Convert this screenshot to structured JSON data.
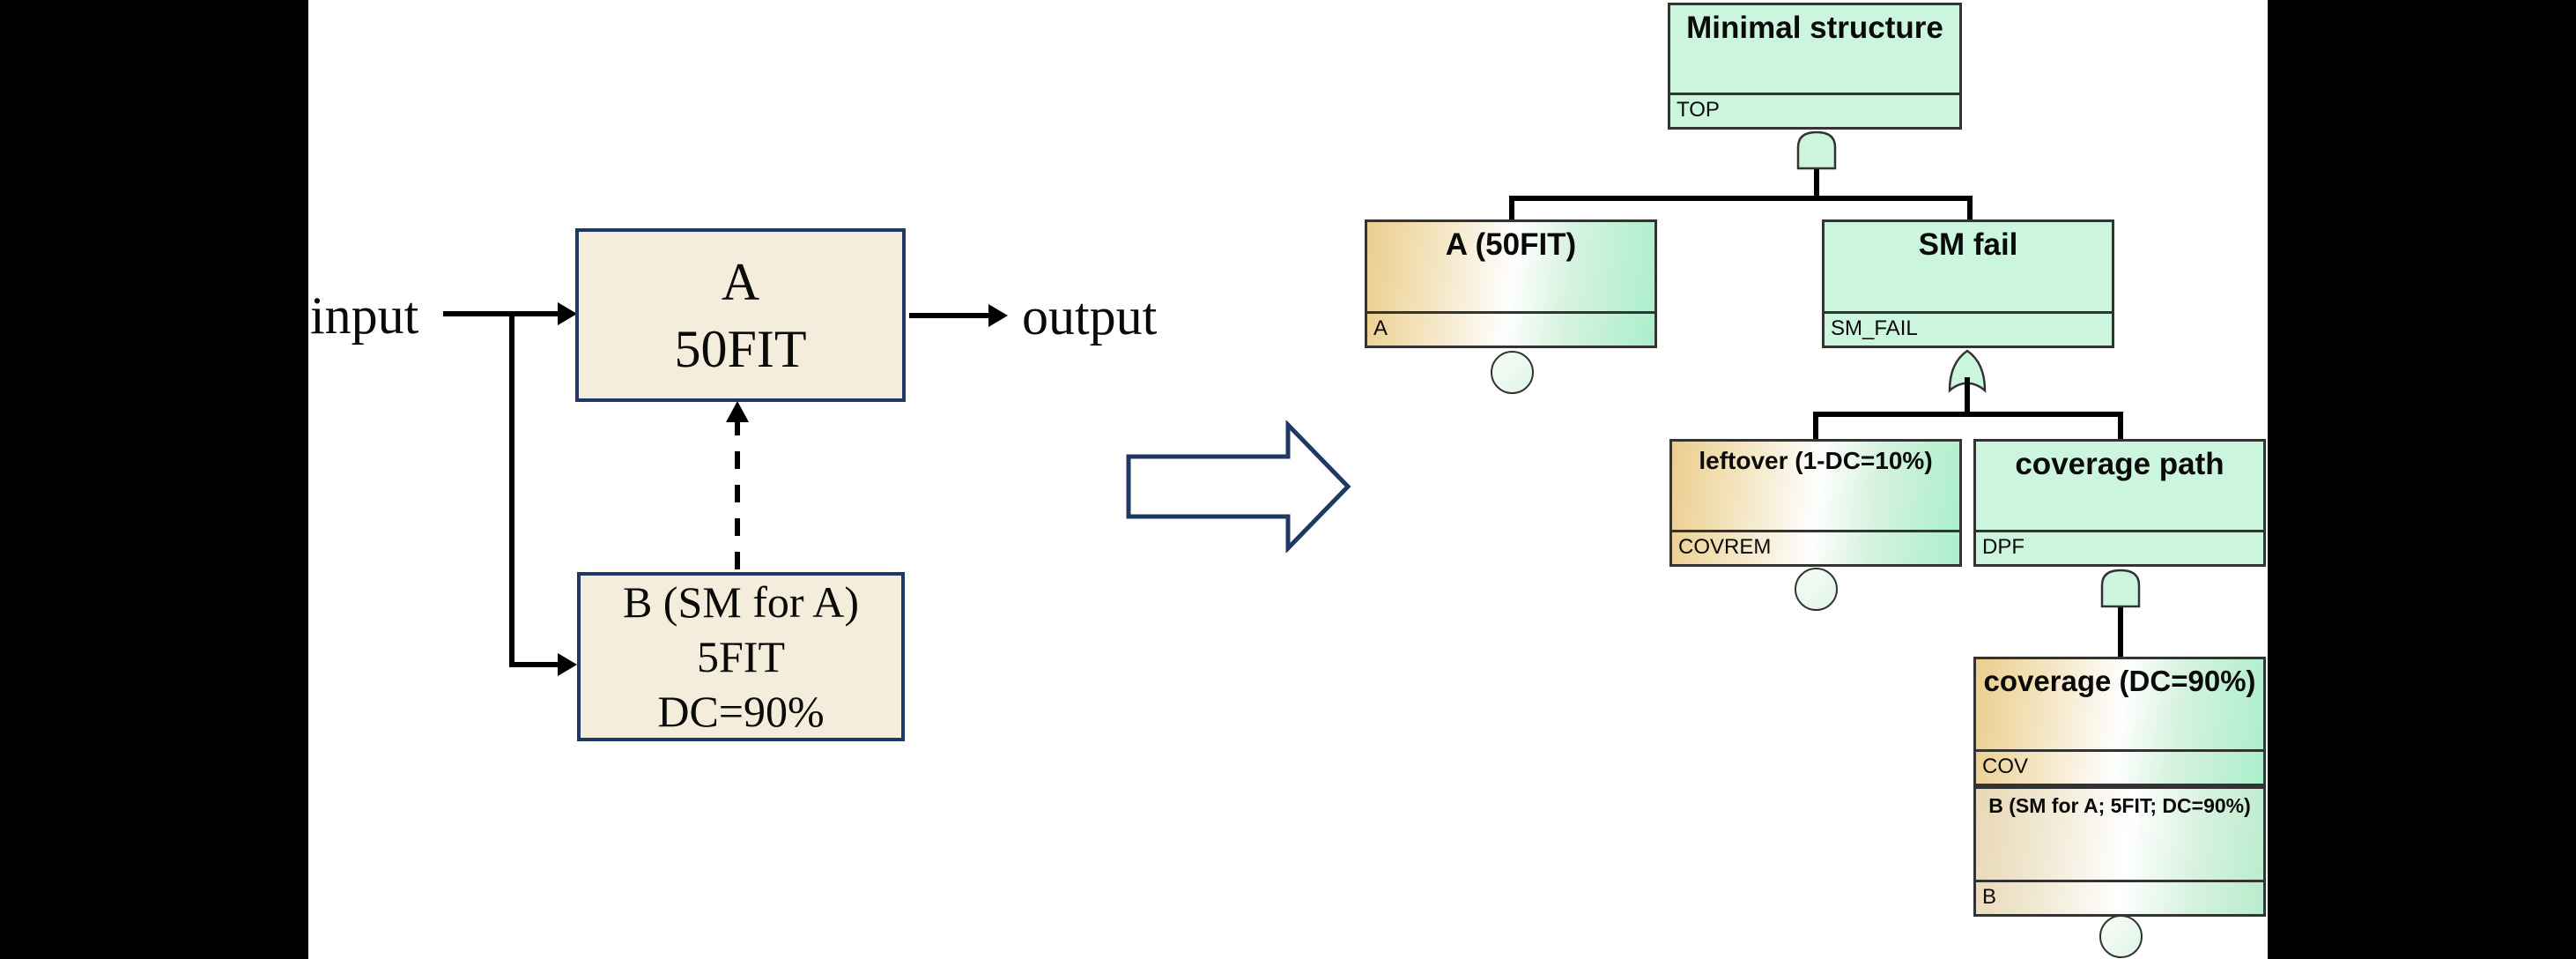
{
  "left_diagram": {
    "input_label": "input",
    "output_label": "output",
    "block_a": {
      "lines": [
        "A",
        "50FIT"
      ]
    },
    "block_b": {
      "lines": [
        "B (SM for A)",
        "5FIT",
        "DC=90%"
      ]
    }
  },
  "fault_tree": {
    "nodes": [
      {
        "title": "Minimal structure",
        "tag": "TOP",
        "type": "top-event",
        "symbol": "and-gate"
      },
      {
        "title": "A (50FIT)",
        "tag": "A",
        "type": "basic-event",
        "symbol": "basic-event-circle"
      },
      {
        "title": "SM fail",
        "tag": "SM_FAIL",
        "type": "intermediate-event",
        "symbol": "or-gate"
      },
      {
        "title": "leftover (1-DC=10%)",
        "tag": "COVREM",
        "type": "basic-event",
        "symbol": "basic-event-circle"
      },
      {
        "title": "coverage path",
        "tag": "DPF",
        "type": "intermediate-event",
        "symbol": "and-gate"
      },
      {
        "title": "coverage (DC=90%)",
        "tag": "COV",
        "type": "basic-event",
        "symbol": "none"
      },
      {
        "title": "B (SM for A; 5FIT; DC=90%)",
        "tag": "B",
        "type": "basic-event",
        "symbol": "basic-event-circle"
      }
    ]
  },
  "colors": {
    "node_green": "#ccf5de",
    "node_gradient_tan": "#ebcd8d",
    "node_gradient_green": "#abefcb",
    "block_fill": "#f5eddc",
    "block_border": "#1f3864",
    "line": "#000000",
    "letterbox": "#000000"
  }
}
